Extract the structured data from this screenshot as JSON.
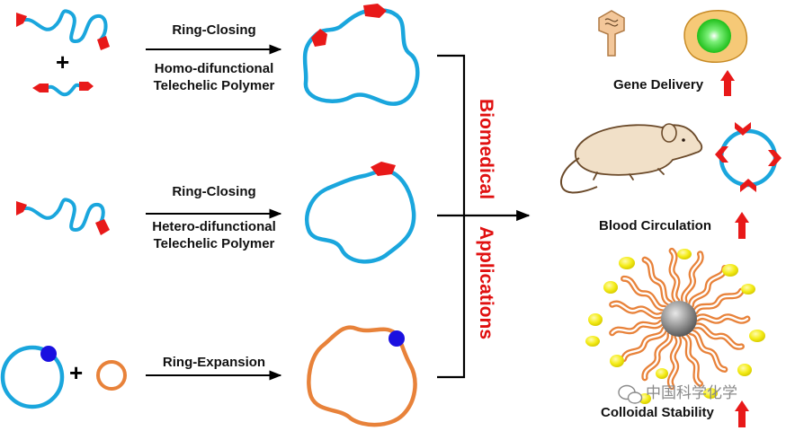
{
  "rows": [
    {
      "method": "Ring-Closing",
      "polymer_line1": "Homo-difunctional",
      "polymer_line2": "Telechelic Polymer"
    },
    {
      "method": "Ring-Closing",
      "polymer_line1": "Hetero-difunctional",
      "polymer_line2": "Telechelic Polymer"
    },
    {
      "method": "Ring-Expansion"
    }
  ],
  "plus_sign": "+",
  "center_title_line1": "Biomedical",
  "center_title_line2": "Applications",
  "applications": [
    {
      "label": "Gene Delivery"
    },
    {
      "label": "Blood Circulation"
    },
    {
      "label": "Colloidal Stability"
    }
  ],
  "watermark": "中国科学化学",
  "colors": {
    "polymer_blue": "#1aa6dd",
    "polymer_orange": "#e8823a",
    "end_group_red": "#e81919",
    "accent_red": "#e01010",
    "dot_blue": "#1a10e0",
    "particle_yellow": "#f2ea10",
    "core_gray": "#8c8c8c",
    "rat_body": "#f1e0c8",
    "rat_outline": "#6b4a2a"
  },
  "icons": [
    "linear-polymer-icon",
    "cyclic-polymer-icon",
    "rat-icon",
    "micelle-icon",
    "up-arrow-icon",
    "wechat-icon"
  ]
}
